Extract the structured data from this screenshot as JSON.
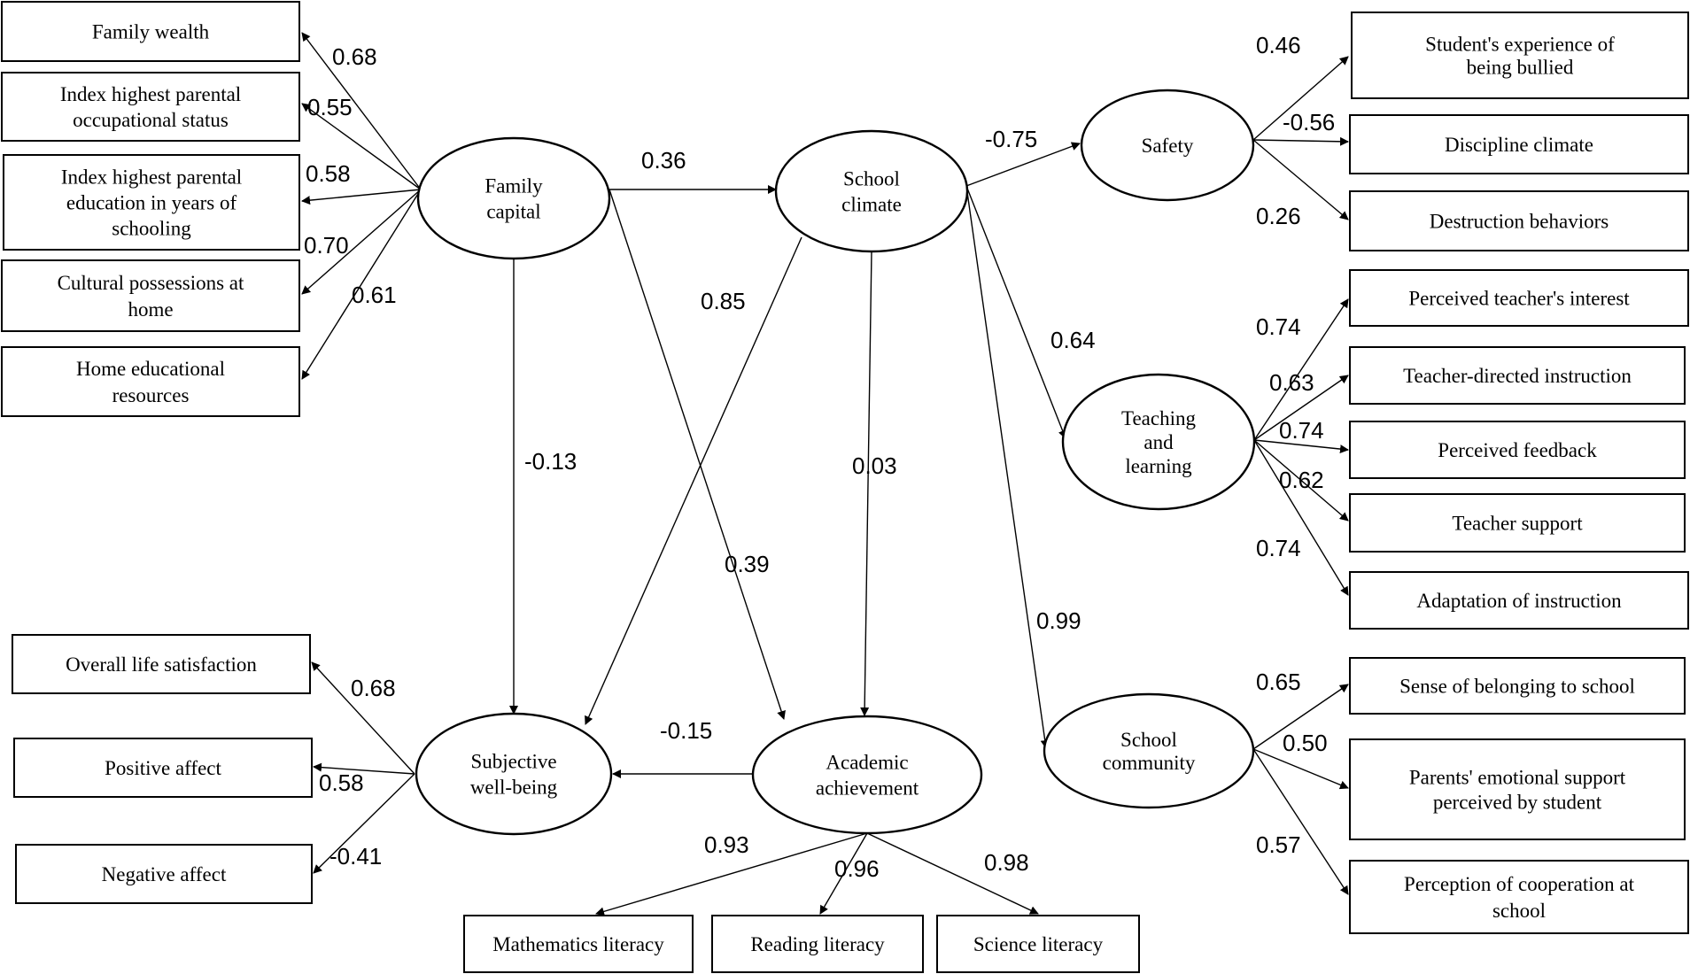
{
  "latents": {
    "family_capital": [
      "Family",
      "capital"
    ],
    "school_climate": [
      "School",
      "climate"
    ],
    "safety": [
      "Safety"
    ],
    "teaching_learning": [
      "Teaching",
      "and",
      "learning"
    ],
    "school_community": [
      "School",
      "community"
    ],
    "subjective_wellbeing": [
      "Subjective",
      "well-being"
    ],
    "academic_achievement": [
      "Academic",
      "achievement"
    ]
  },
  "indicators": {
    "family_wealth": [
      "Family wealth"
    ],
    "parental_occupation": [
      "Index highest parental",
      "occupational status"
    ],
    "parental_education": [
      "Index highest parental",
      "education in years of",
      "schooling"
    ],
    "cultural_possessions": [
      "Cultural possessions at",
      "home"
    ],
    "home_resources": [
      "Home educational",
      "resources"
    ],
    "bullied": [
      "Student's experience of",
      "being bullied"
    ],
    "discipline": [
      "Discipline climate"
    ],
    "destruction": [
      "Destruction behaviors"
    ],
    "teacher_interest": [
      "Perceived teacher's interest"
    ],
    "teacher_directed": [
      "Teacher-directed instruction"
    ],
    "feedback": [
      "Perceived feedback"
    ],
    "teacher_support": [
      "Teacher support"
    ],
    "adaptation": [
      "Adaptation of instruction"
    ],
    "belonging": [
      "Sense of belonging to school"
    ],
    "parents_support": [
      "Parents' emotional support",
      "perceived by student"
    ],
    "cooperation": [
      "Perception of cooperation at",
      "school"
    ],
    "life_satisfaction": [
      "Overall life satisfaction"
    ],
    "positive_affect": [
      "Positive affect"
    ],
    "negative_affect": [
      "Negative affect"
    ],
    "math_literacy": [
      "Mathematics literacy"
    ],
    "reading_literacy": [
      "Reading literacy"
    ],
    "science_literacy": [
      "Science literacy"
    ]
  },
  "coefficients": {
    "fc_wealth": "0.68",
    "fc_occupation": "0.55",
    "fc_education": "0.58",
    "fc_cultural": "0.70",
    "fc_home": "0.61",
    "fc_sc": "0.36",
    "fc_swb": "-0.13",
    "fc_aa": "0.39",
    "sc_swb": "0.85",
    "sc_aa": "0.03",
    "sc_safety": "-0.75",
    "sc_teaching": "0.64",
    "sc_community": "0.99",
    "safety_bullied": "0.46",
    "safety_discipline": "-0.56",
    "safety_destruction": "0.26",
    "tl_interest": "0.74",
    "tl_directed": "0.63",
    "tl_feedback": "0.74",
    "tl_support": "0.62",
    "tl_adaptation": "0.74",
    "comm_belonging": "0.65",
    "comm_parents": "0.50",
    "comm_cooperation": "0.57",
    "aa_swb": "-0.15",
    "swb_life": "0.68",
    "swb_positive": "0.58",
    "swb_negative": "-0.41",
    "aa_math": "0.93",
    "aa_reading": "0.96",
    "aa_science": "0.98"
  }
}
